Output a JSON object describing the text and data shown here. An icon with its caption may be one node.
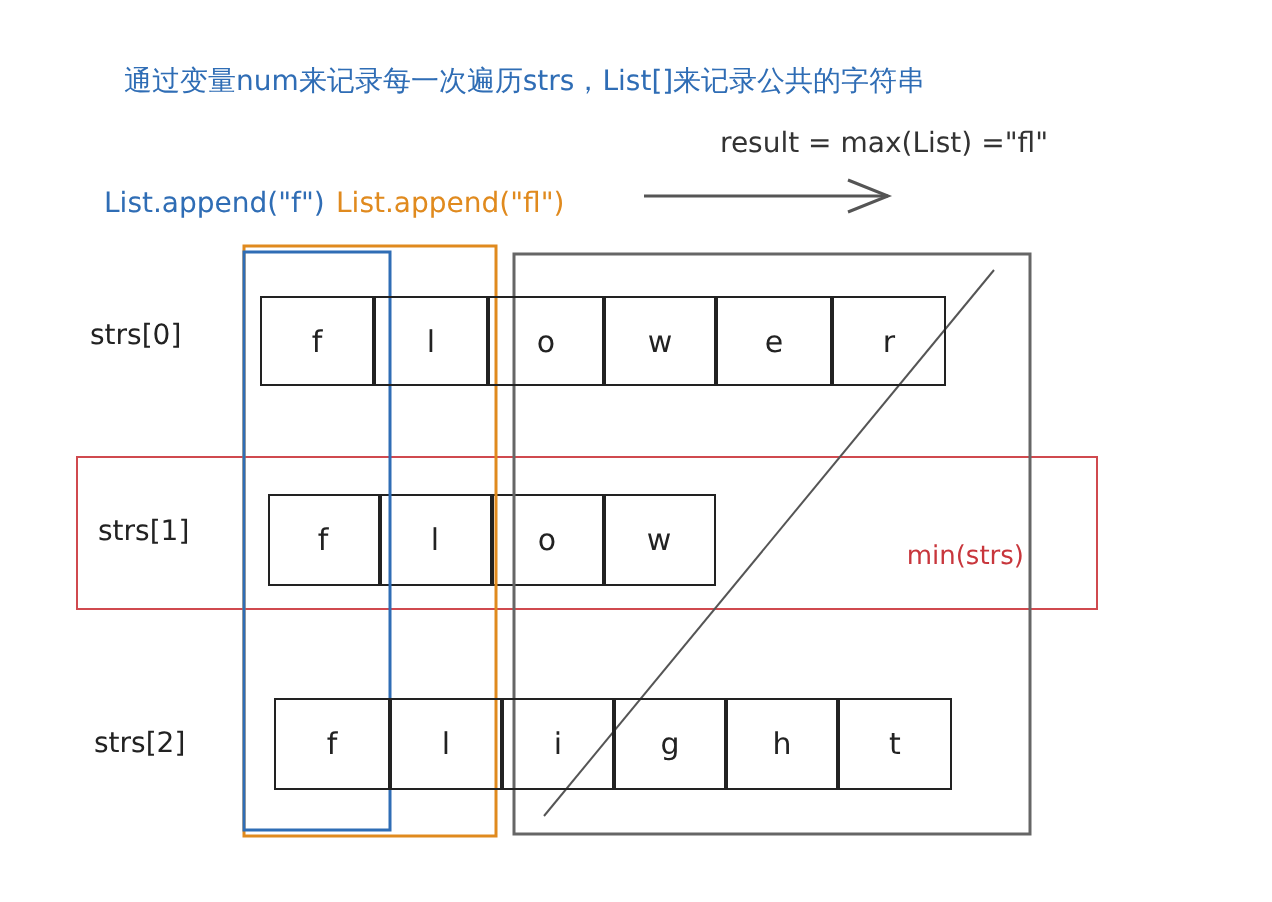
{
  "diagram": {
    "title": "通过变量num来记录每一次遍历strs，List[]来记录公共的字符串",
    "nodes": [
      {
        "text": [
          "f"
        ]
      },
      {
        "text": [
          "l"
        ]
      },
      {
        "text": [
          "o"
        ]
      },
      {
        "text": [
          "w"
        ]
      },
      {
        "text": [
          "e"
        ]
      },
      {
        "text": [
          "r"
        ]
      },
      {
        "text": [
          "min(strs)"
        ]
      },
      {
        "text": [
          "f"
        ],
        "in": 6
      },
      {
        "text": [
          "l"
        ],
        "in": 6
      },
      {
        "text": [
          "o"
        ],
        "in": 6
      },
      {
        "text": [
          "w"
        ],
        "in": 6
      },
      {
        "text": [
          "f"
        ]
      },
      {
        "text": [
          "l"
        ]
      },
      {
        "text": [
          "i"
        ]
      },
      {
        "text": [
          "g"
        ]
      },
      {
        "text": [
          "h"
        ]
      },
      {
        "text": [
          "t"
        ]
      }
    ],
    "edges": [],
    "labels": [
      "result = max(List) =\"fl\"",
      "List.append(\"f\")",
      "List.append(\"fl\")",
      "strs[0]",
      "strs[1]",
      "strs[2]"
    ]
  }
}
